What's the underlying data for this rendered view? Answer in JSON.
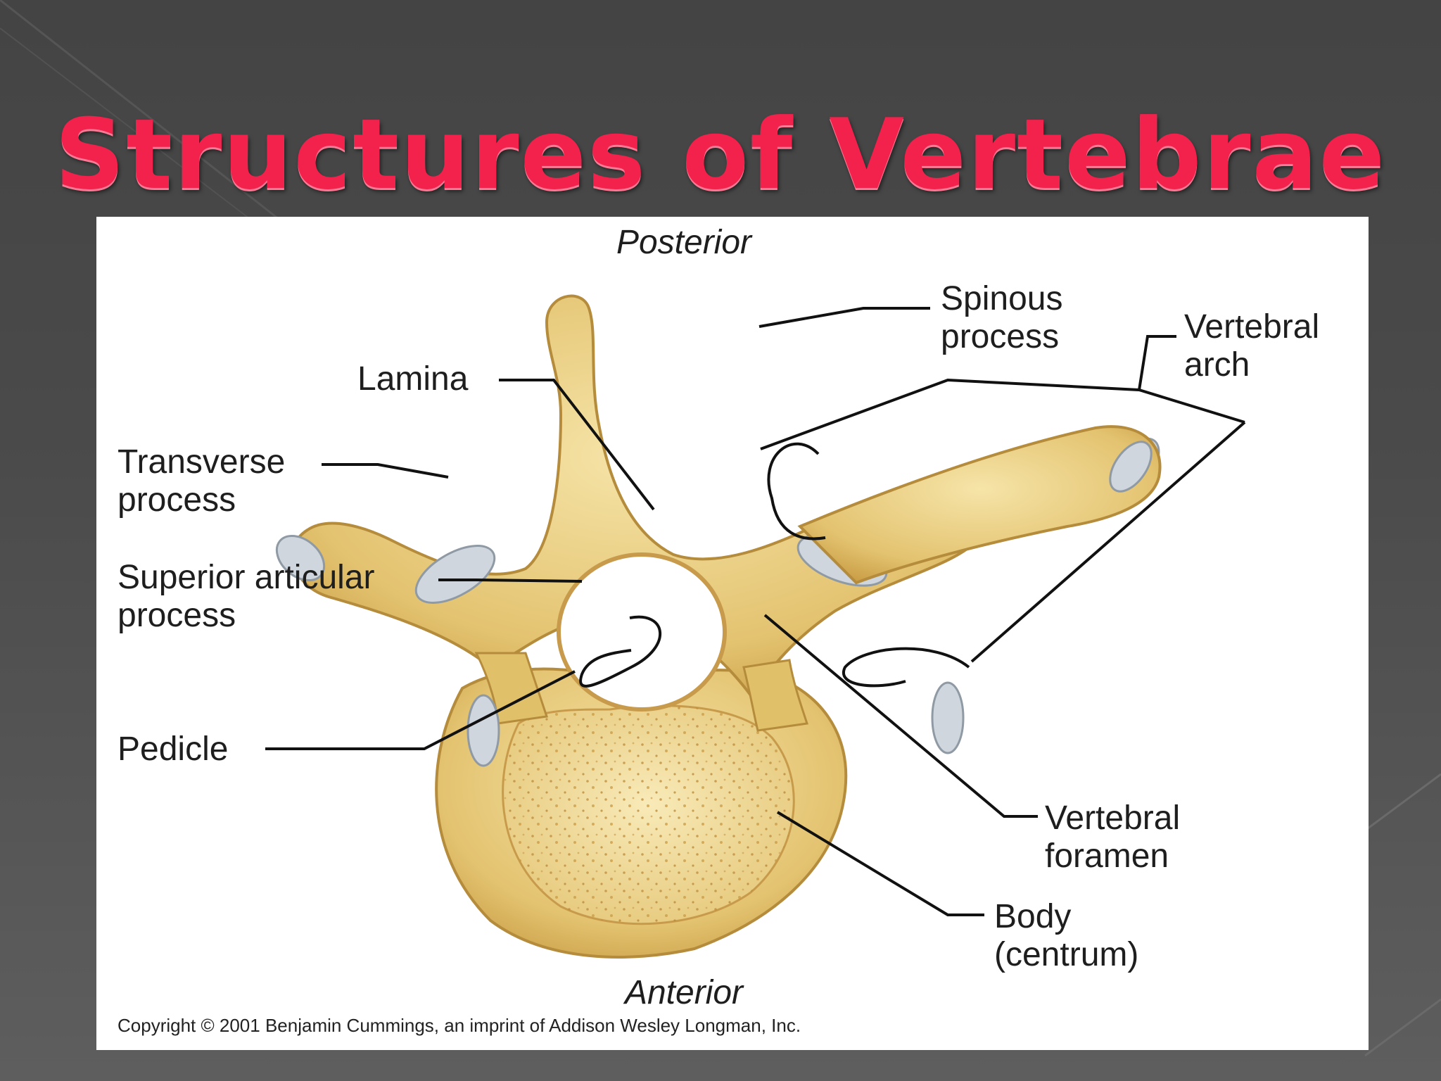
{
  "slide": {
    "title": "Structures of Vertebrae"
  },
  "diagram": {
    "orientation": {
      "top": "Posterior",
      "bottom": "Anterior"
    },
    "labels": {
      "spinous_process": [
        "Spinous",
        "process"
      ],
      "vertebral_arch": [
        "Vertebral",
        "arch"
      ],
      "lamina": [
        "Lamina"
      ],
      "transverse_process": [
        "Transverse",
        "process"
      ],
      "superior_articular_process": [
        "Superior articular",
        "process"
      ],
      "pedicle": [
        "Pedicle"
      ],
      "vertebral_foramen": [
        "Vertebral",
        "foramen"
      ],
      "body": [
        "Body",
        "(centrum)"
      ]
    },
    "copyright": "Copyright © 2001 Benjamin Cummings, an imprint of Addison Wesley Longman, Inc."
  },
  "colors": {
    "background": "#4a4a4a",
    "title": "#f2224c",
    "bone": "#e8cc7a",
    "bone_dark": "#c9a24e",
    "cartilage": "#cfd6de"
  }
}
